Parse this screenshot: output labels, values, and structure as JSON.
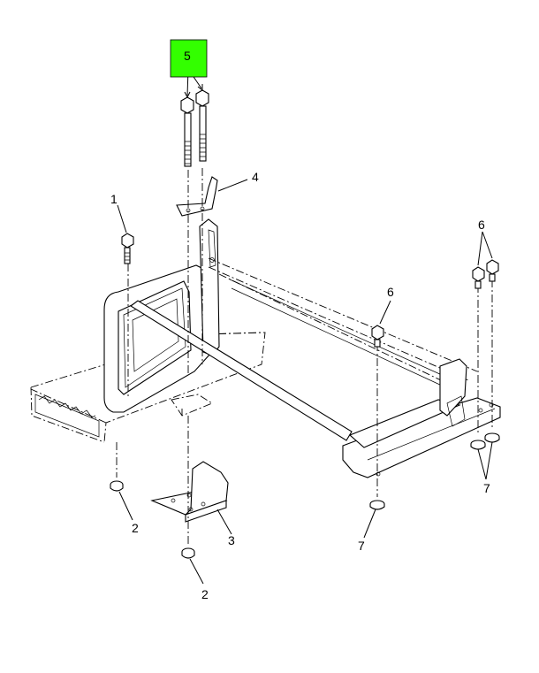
{
  "highlight_color": "#33ff00",
  "callouts": {
    "c1": "1",
    "c2a": "2",
    "c2b": "2",
    "c3": "3",
    "c4": "4",
    "c5": "5",
    "c6a": "6",
    "c6b": "6",
    "c7a": "7",
    "c7b": "7"
  }
}
